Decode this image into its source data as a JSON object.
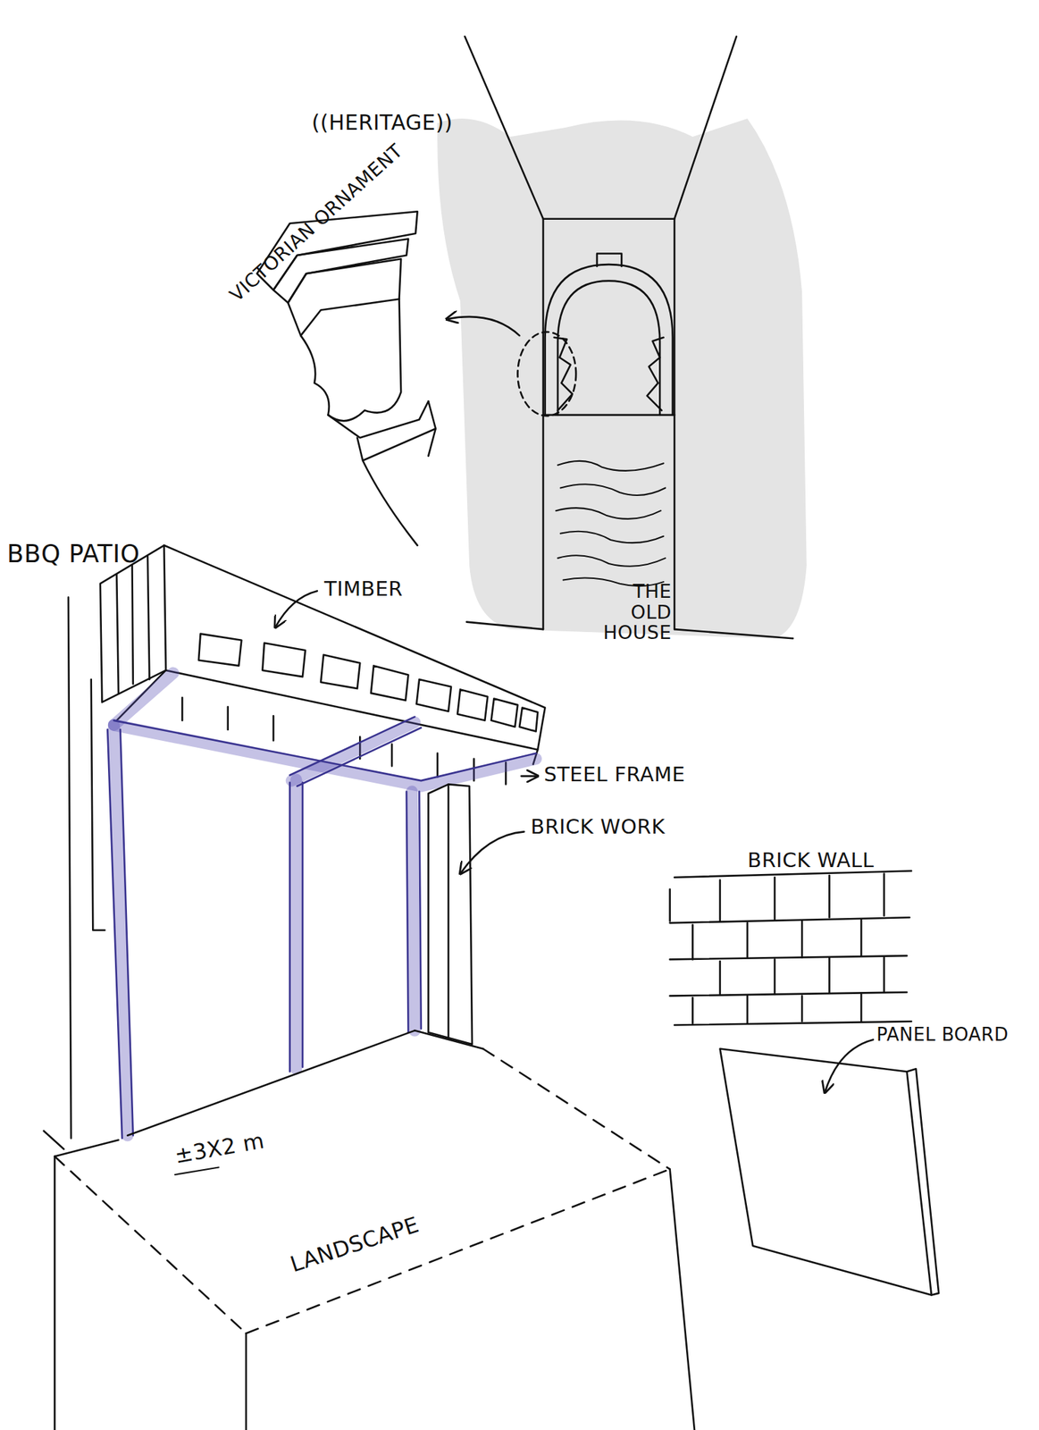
{
  "diagram": {
    "labels": [
      "((HERITAGE))",
      "VICTORIAN ORNAMENT",
      "THE OLD HOUSE",
      "BBQ PATIO",
      "TIMBER",
      "STEEL FRAME",
      "BRICK WORK",
      "BRICK WALL",
      "PANEL BOARD",
      "±3X2 m",
      "LANDSCAPE"
    ]
  }
}
